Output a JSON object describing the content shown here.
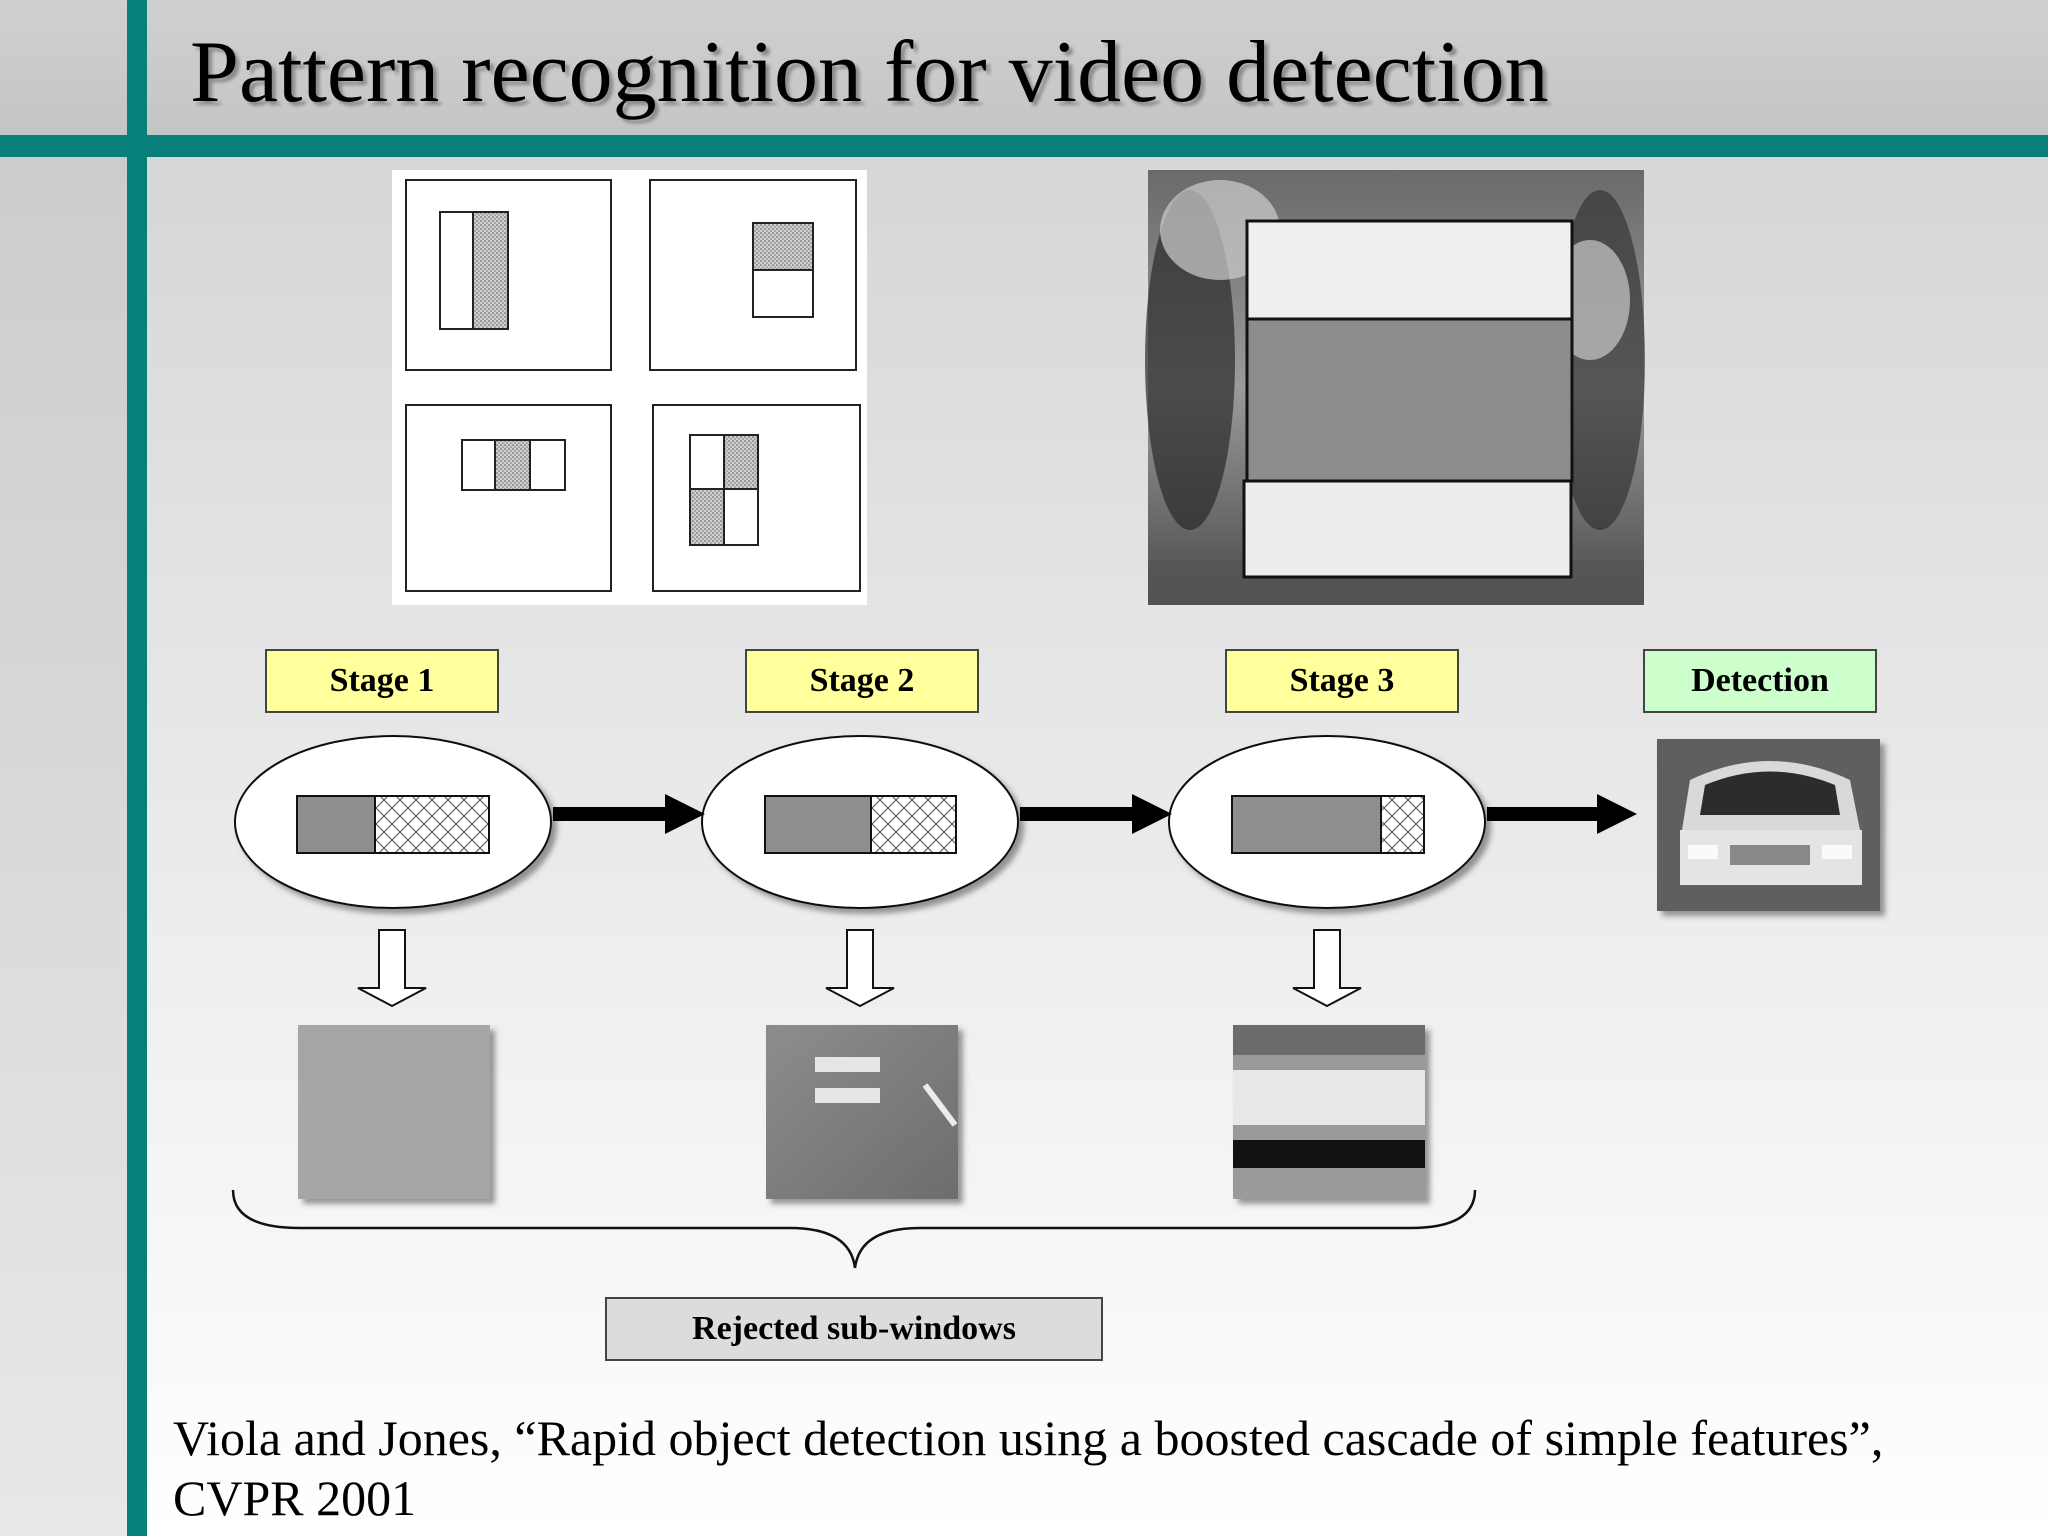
{
  "title": "Pattern recognition for video detection",
  "stages": [
    {
      "label": "Stage 1"
    },
    {
      "label": "Stage 2"
    },
    {
      "label": "Stage 3"
    }
  ],
  "detection_label": "Detection",
  "rejected_label": "Rejected sub-windows",
  "citation": {
    "line1": "Viola and Jones, “Rapid object detection using a boosted cascade of simple features”,",
    "line2": "CVPR 2001"
  },
  "colors": {
    "teal": "#07807a",
    "stage_fill": "#ffff9c",
    "detection_fill": "#ccffcc",
    "rejected_fill": "#dcdcdc"
  }
}
